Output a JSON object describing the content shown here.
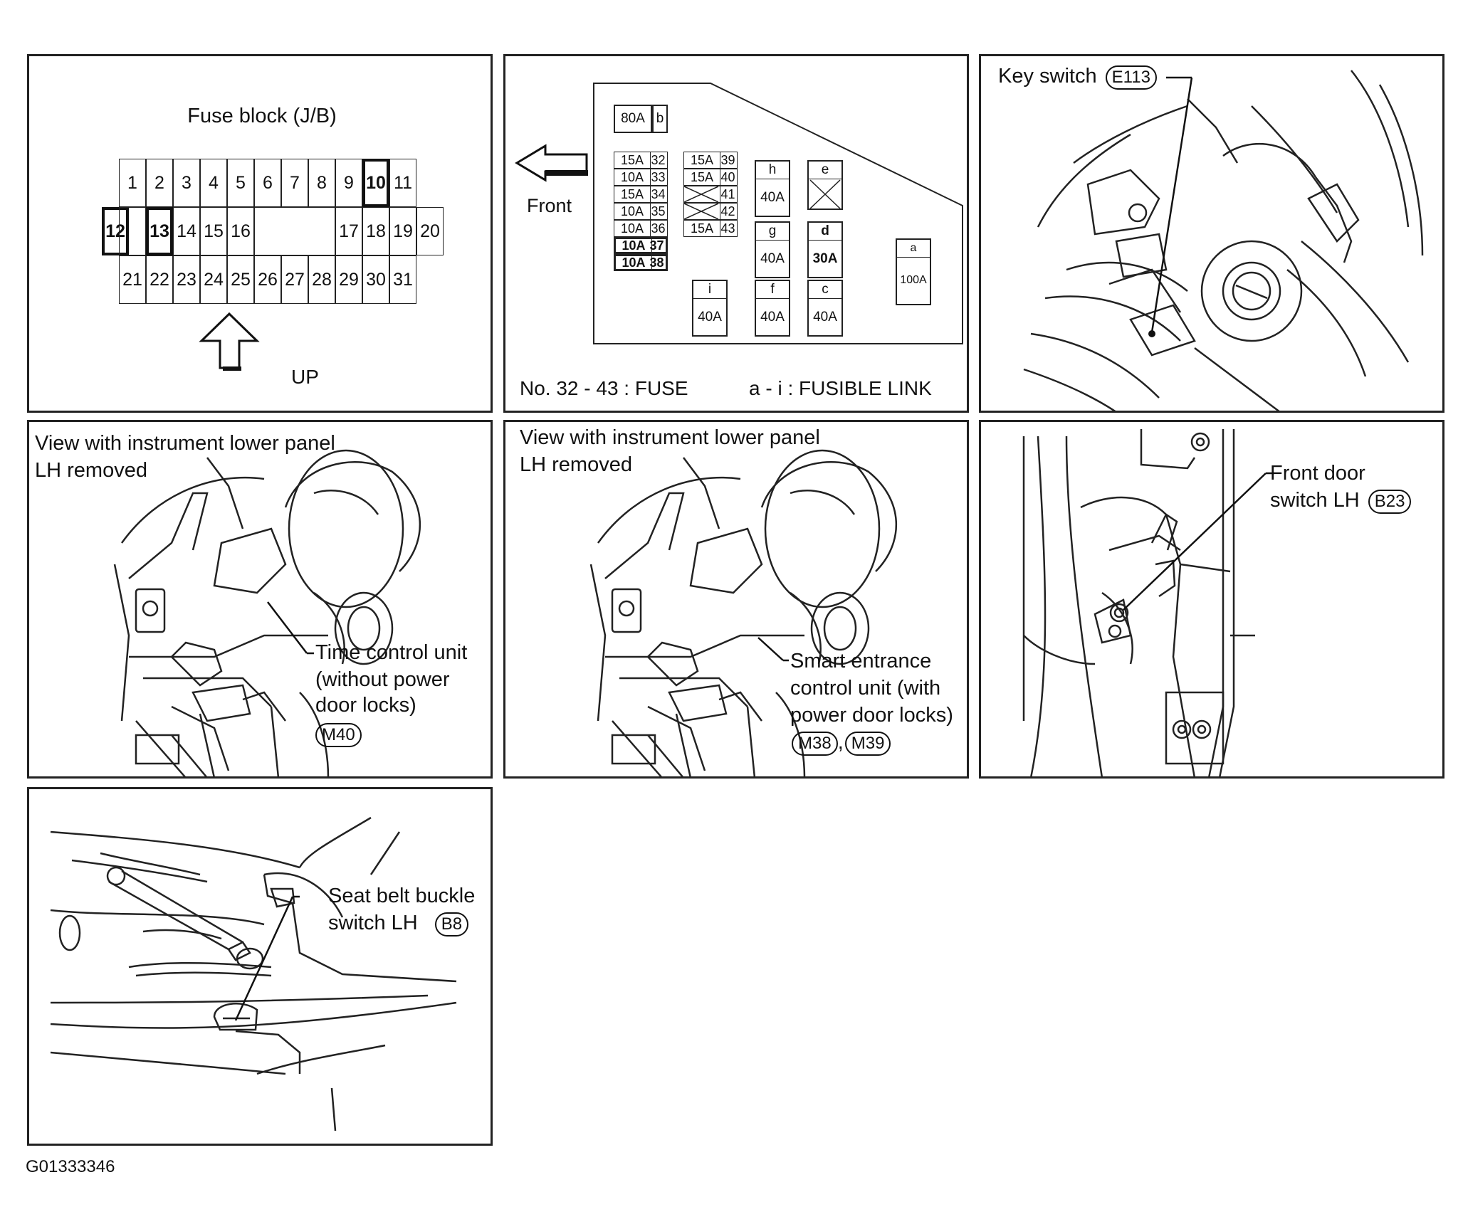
{
  "fuse_block": {
    "title": "Fuse block (J/B)",
    "up_label": "UP",
    "row1": [
      "1",
      "2",
      "3",
      "4",
      "5",
      "6",
      "7",
      "8",
      "9",
      "10",
      "11"
    ],
    "row2_left": "12",
    "row2": [
      "13",
      "14",
      "15",
      "16",
      "17",
      "18",
      "19",
      "20"
    ],
    "row3": [
      "21",
      "22",
      "23",
      "24",
      "25",
      "26",
      "27",
      "28",
      "29",
      "30",
      "31"
    ]
  },
  "fuse_box": {
    "front_label": "Front",
    "main": {
      "amp": "80A",
      "letter": "b"
    },
    "fuses_left": [
      {
        "amp": "15A",
        "num": "32"
      },
      {
        "amp": "10A",
        "num": "33"
      },
      {
        "amp": "15A",
        "num": "34"
      },
      {
        "amp": "10A",
        "num": "35"
      },
      {
        "amp": "10A",
        "num": "36"
      },
      {
        "amp": "10A",
        "num": "37"
      },
      {
        "amp": "10A",
        "num": "38"
      }
    ],
    "fuses_right": [
      {
        "amp": "15A",
        "num": "39"
      },
      {
        "amp": "15A",
        "num": "40"
      },
      {
        "amp": "",
        "num": "41"
      },
      {
        "amp": "",
        "num": "42"
      },
      {
        "amp": "15A",
        "num": "43"
      }
    ],
    "links": [
      {
        "letter": "h",
        "amp": "40A"
      },
      {
        "letter": "e",
        "amp": ""
      },
      {
        "letter": "g",
        "amp": "40A"
      },
      {
        "letter": "d",
        "amp": "30A"
      },
      {
        "letter": "i",
        "amp": "40A"
      },
      {
        "letter": "f",
        "amp": "40A"
      },
      {
        "letter": "c",
        "amp": "40A"
      },
      {
        "letter": "a",
        "amp": "100A"
      }
    ],
    "legend_fuse": "No. 32 - 43 : FUSE",
    "legend_link": "a - i : FUSIBLE LINK"
  },
  "key_switch": {
    "label": "Key switch",
    "connector": "E113"
  },
  "time_control": {
    "view_line1": "View with instrument lower panel",
    "view_line2": "LH removed",
    "line1": "Time control unit",
    "line2": "(without power",
    "line3": "door locks)",
    "connector": "M40"
  },
  "smart_entrance": {
    "view_line1": "View with instrument lower panel",
    "view_line2": "LH removed",
    "line1": "Smart entrance",
    "line2": "control unit (with",
    "line3": "power door locks)",
    "connector1": "M38",
    "separator": ",",
    "connector2": "M39"
  },
  "front_door": {
    "line1": "Front door",
    "line2": "switch LH",
    "connector": "B23"
  },
  "seat_belt": {
    "line1": "Seat belt buckle",
    "line2": "switch LH",
    "connector": "B8"
  },
  "figure_id": "G01333346"
}
